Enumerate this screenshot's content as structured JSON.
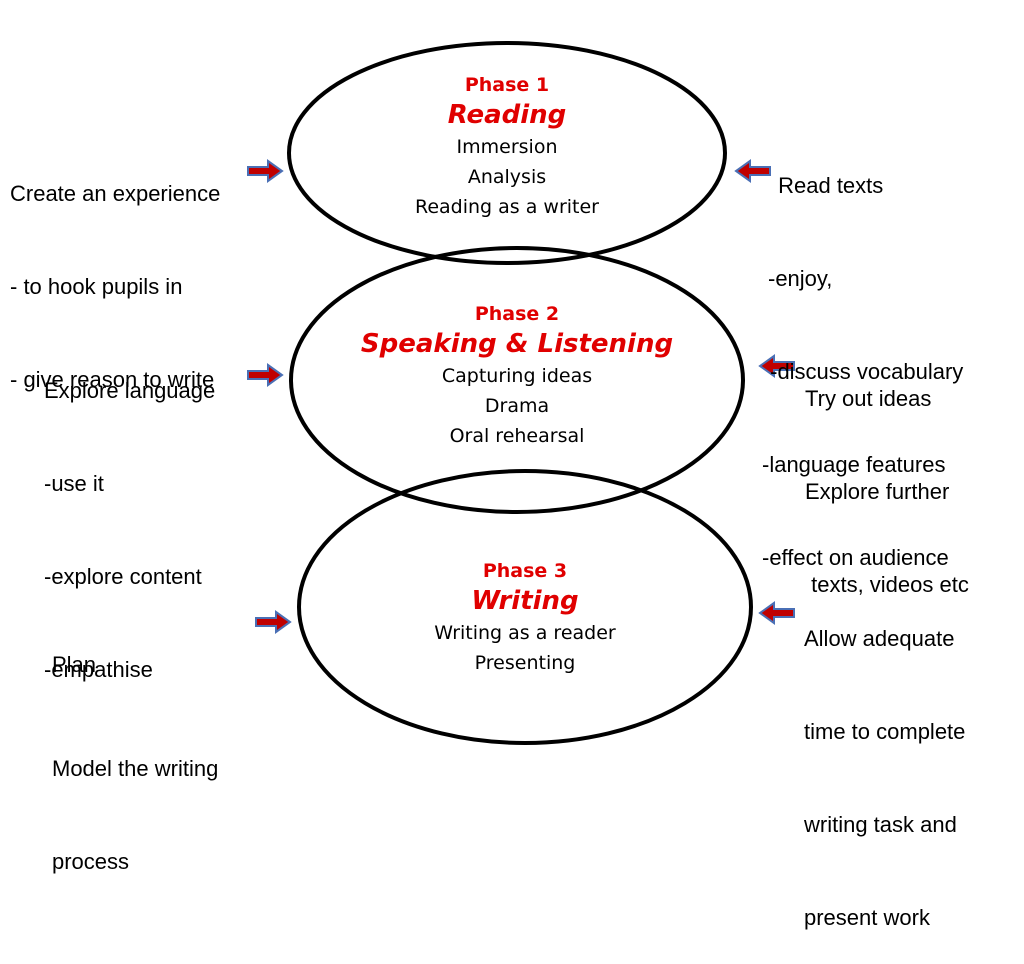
{
  "phases": [
    {
      "label": "Phase 1",
      "name": "Reading",
      "lines": [
        "Immersion",
        "Analysis",
        "Reading as a writer"
      ]
    },
    {
      "label": "Phase 2",
      "name": "Speaking & Listening",
      "lines": [
        "Capturing ideas",
        "Drama",
        "Oral rehearsal"
      ]
    },
    {
      "label": "Phase 3",
      "name": "Writing",
      "lines": [
        "Writing as a reader",
        "Presenting"
      ]
    }
  ],
  "left_notes": [
    [
      "Create an experience",
      "- to hook pupils in",
      "- give reason to write"
    ],
    [
      "Explore language",
      "-use it",
      "-explore content",
      "-empathise"
    ],
    [
      "Plan",
      "Model the writing",
      "process"
    ]
  ],
  "right_notes": [
    [
      " Read texts",
      "-enjoy,",
      " -discuss vocabulary",
      "-language features",
      "-effect on audience"
    ],
    [
      "Try out ideas",
      "Explore further",
      " texts, videos etc"
    ],
    [
      "Allow adequate",
      "time to complete",
      "writing task and",
      "present work"
    ]
  ],
  "colors": {
    "phase_title": "#e00000",
    "arrow_fill": "#c00000",
    "arrow_outline": "#4a6fb5",
    "ellipse_stroke": "#000000"
  },
  "icons": {
    "left_arrows": "arrow-right-icon",
    "right_arrows": "arrow-left-icon"
  }
}
